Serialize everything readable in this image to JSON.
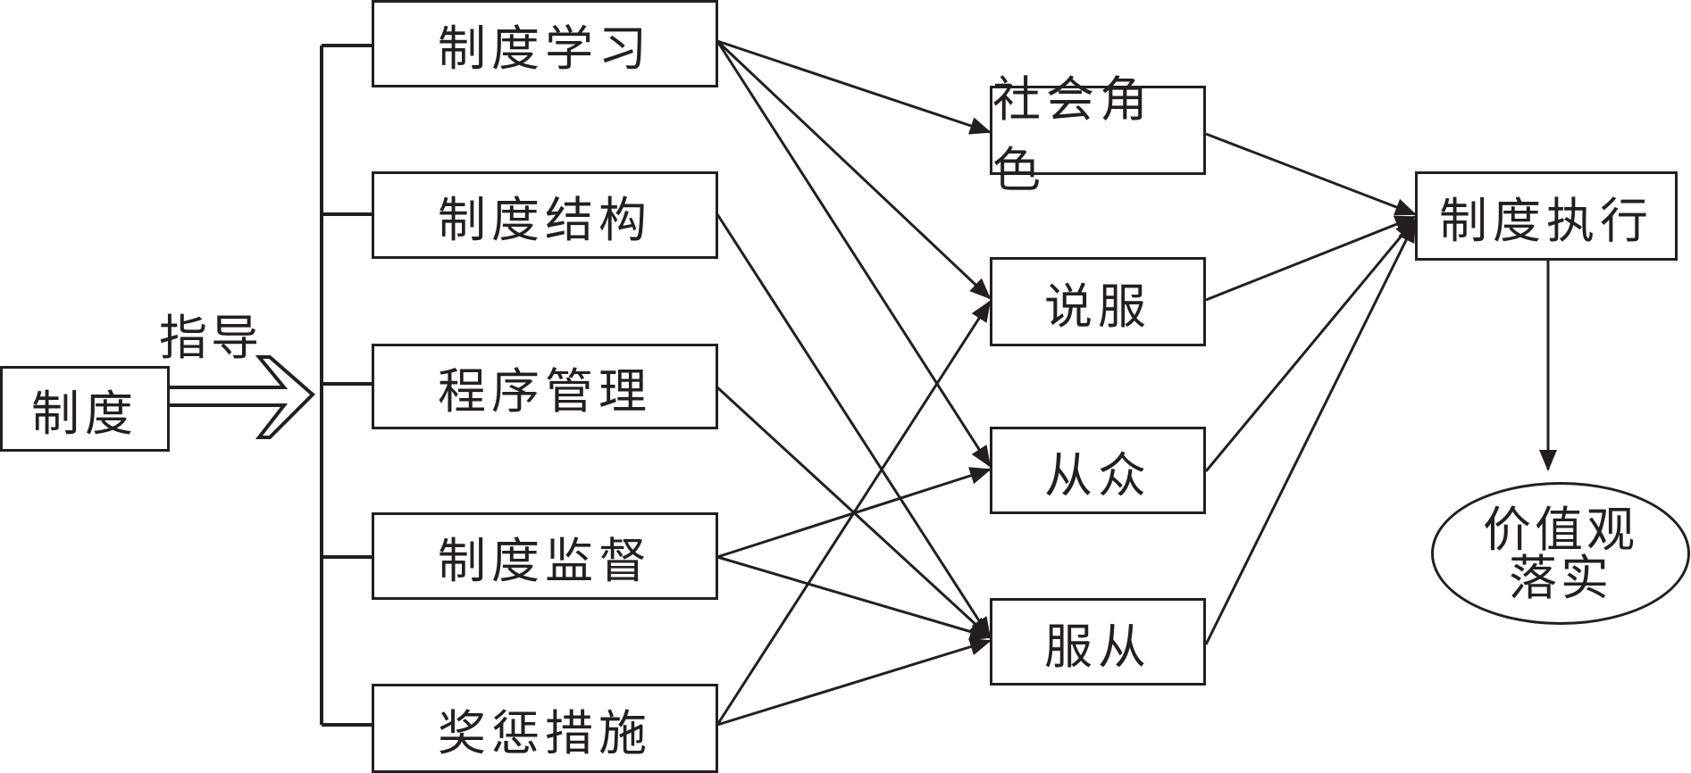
{
  "source": {
    "label": "制度"
  },
  "guide_label": "指导",
  "mechanisms": [
    {
      "label": "制度学习"
    },
    {
      "label": "制度结构"
    },
    {
      "label": "程序管理"
    },
    {
      "label": "制度监督"
    },
    {
      "label": "奖惩措施"
    }
  ],
  "pathways": [
    {
      "label": "社会角色"
    },
    {
      "label": "说服"
    },
    {
      "label": "从众"
    },
    {
      "label": "服从"
    }
  ],
  "execution": {
    "label": "制度执行"
  },
  "outcome": {
    "line1": "价值观",
    "line2": "落实"
  },
  "colors": {
    "stroke": "#231f20",
    "background": "#ffffff"
  }
}
